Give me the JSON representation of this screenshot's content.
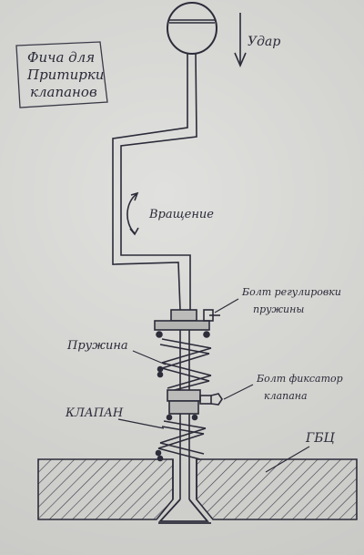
{
  "title": {
    "line1": "Фича для",
    "line2": "Притирки",
    "line3": "клапанов"
  },
  "labels": {
    "udar": "Удар",
    "vrashchenie": "Вращение",
    "bolt_reg_1": "Болт регулировки",
    "bolt_reg_2": "пружины",
    "pruzhina": "Пружина",
    "bolt_fix_1": "Болт фиксатор",
    "bolt_fix_2": "клапана",
    "klapan": "КЛАПАН",
    "gbc": "ГБЦ"
  },
  "colors": {
    "ink": "#2c2c3a",
    "paper": "#d6d6d4"
  }
}
